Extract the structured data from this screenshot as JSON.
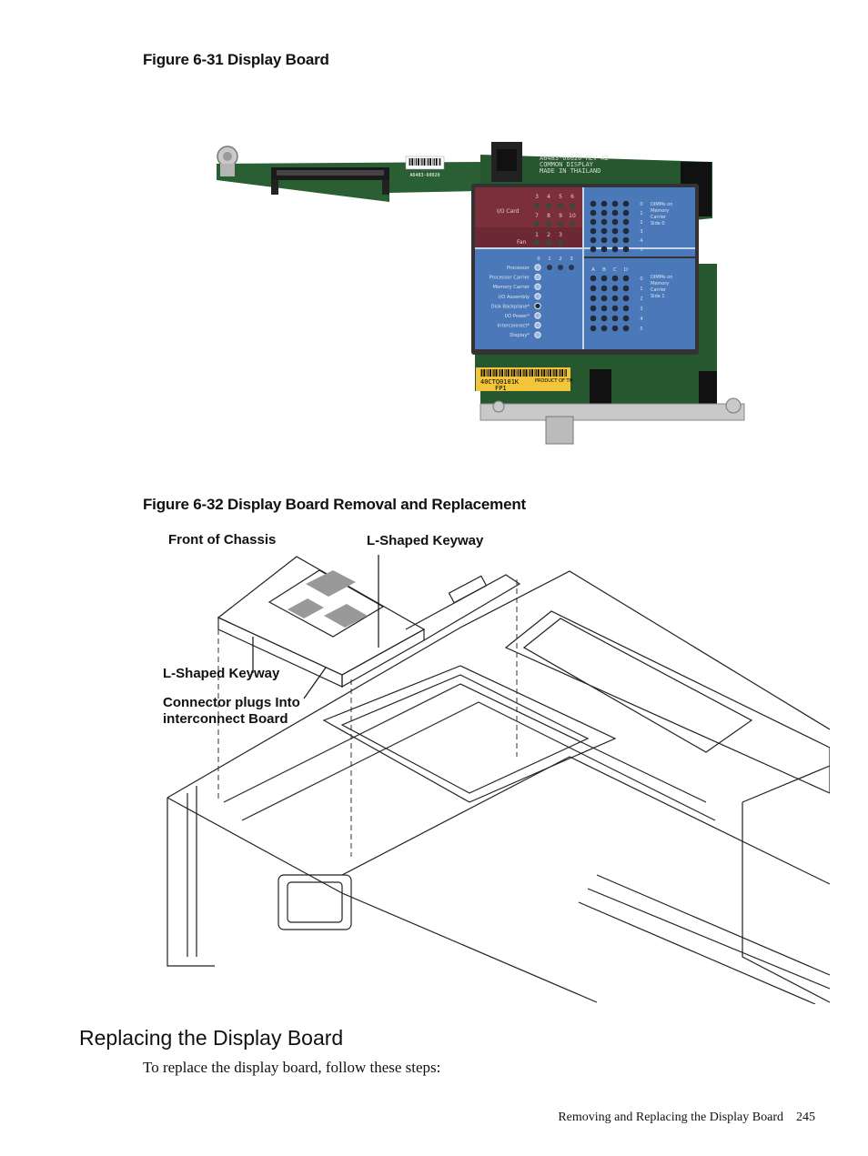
{
  "figures": {
    "fig1": {
      "caption": "Figure  6-31  Display Board"
    },
    "fig2": {
      "caption": "Figure  6-32  Display Board Removal and Replacement"
    }
  },
  "board_panel": {
    "barcode_top": "A6483-60020",
    "silk_1": "A6483-60020 REV A2",
    "silk_2": "COMMON DISPLAY",
    "silk_3": "MADE IN THAILAND",
    "io_card": "I/O Card",
    "fan": "Fan",
    "io_nums_top": [
      "3",
      "4",
      "5",
      "6"
    ],
    "io_nums_bottom": [
      "7",
      "8",
      "9",
      "10"
    ],
    "fan_nums": [
      "1",
      "2",
      "3"
    ],
    "status_labels": [
      "Processor",
      "Processor Carrier",
      "Memory Carrier",
      "I/O Assembly",
      "Disk Backplane*",
      "I/O Power*",
      "Interconnect*",
      "Display*"
    ],
    "proc_nums": [
      "0",
      "1",
      "2",
      "3"
    ],
    "dimm_top": "DIMMs on Memory Carrier Side 0",
    "dimm_bottom": "DIMMs on Memory Carrier Side 1",
    "dimm_cols": [
      "A",
      "B",
      "C",
      "D"
    ],
    "dimm_rows": [
      "0",
      "1",
      "2",
      "3",
      "4",
      "5"
    ],
    "label_serial": "40CTQ0101K",
    "label_product": "PRODUCT OF TH",
    "label_fp": "FP1"
  },
  "callouts": {
    "front_chassis": "Front of Chassis",
    "keyway_top": "L-Shaped Keyway",
    "keyway_left": "L-Shaped Keyway",
    "connector_1": "Connector plugs Into",
    "connector_2": "interconnect Board"
  },
  "section": {
    "heading": "Replacing the Display Board",
    "intro": "To replace the display board, follow these steps:"
  },
  "footer": {
    "title": "Removing and Replacing the Display Board",
    "page": "245"
  },
  "colors": {
    "pcb": "#1f5a2e",
    "panel_maroon": "#7a2f3a",
    "panel_blue": "#4a78b8",
    "label_yellow": "#f2c53a"
  }
}
